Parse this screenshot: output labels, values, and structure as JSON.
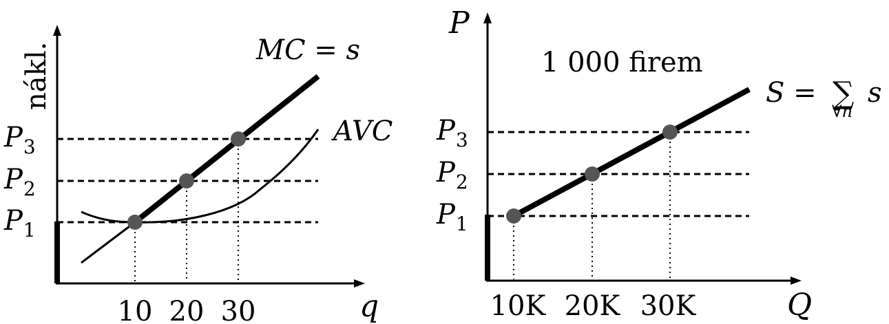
{
  "left_panel": {
    "y_axis_label": "nákl.",
    "x_axis_label": "q",
    "price_labels": [
      "P",
      "P",
      "P"
    ],
    "price_subscripts": [
      "1",
      "2",
      "3"
    ],
    "x_ticks": [
      "10",
      "20",
      "30"
    ],
    "mc_label": "MC = s",
    "avc_label": "AVC"
  },
  "right_panel": {
    "y_axis_label": "P",
    "x_axis_label": "Q",
    "price_labels": [
      "P",
      "P",
      "P"
    ],
    "price_subscripts": [
      "1",
      "2",
      "3"
    ],
    "x_ticks": [
      "10K",
      "20K",
      "30K"
    ],
    "annotation": "1 000 firem",
    "supply_label_lhs": "S =",
    "supply_label_sum": "∑",
    "supply_label_sub": "∀n",
    "supply_label_rhs": "s"
  },
  "colors": {
    "axis": "#000000",
    "point": "#555555"
  }
}
